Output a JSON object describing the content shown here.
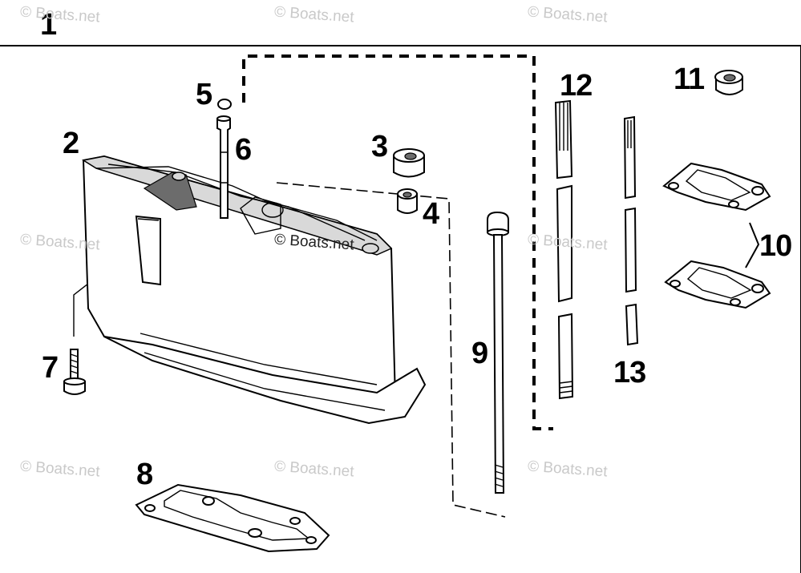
{
  "callouts": {
    "c1": "1",
    "c2": "2",
    "c3": "3",
    "c4": "4",
    "c5": "5",
    "c6": "6",
    "c7": "7",
    "c8": "8",
    "c9": "9",
    "c10": "10",
    "c11": "11",
    "c12": "12",
    "c13": "13"
  },
  "watermark": "© Boats.net",
  "colors": {
    "line": "#000000",
    "watermark": "#c9c9c9",
    "background": "#ffffff"
  }
}
